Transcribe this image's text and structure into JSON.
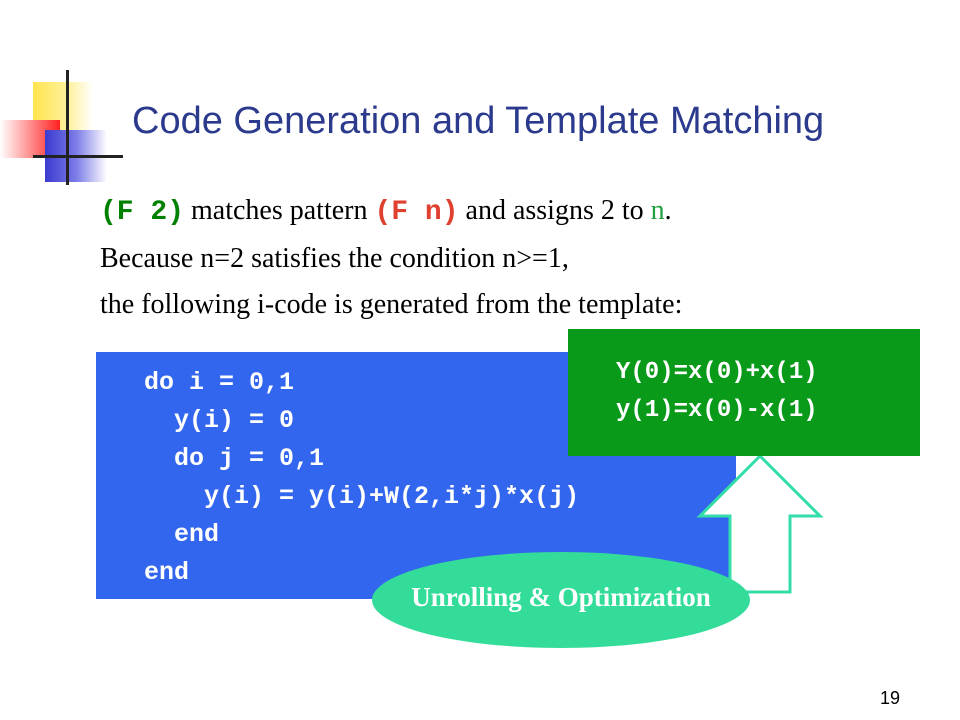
{
  "slide": {
    "title": "Code Generation and Template Matching",
    "line1": {
      "expr": "(F 2)",
      "t1": " matches pattern ",
      "pattern": "(F n)",
      "t2": " and assigns 2 to ",
      "var": "n",
      "t3": "."
    },
    "line2": "Because n=2 satisfies the condition n>=1,",
    "line3": "the following i-code is generated from the template:",
    "code": [
      "do i = 0,1",
      "  y(i) = 0",
      "  do j = 0,1",
      "    y(i) = y(i)+W(2,i*j)*x(j)",
      "  end",
      "end"
    ],
    "result": [
      "Y(0)=x(0)+x(1)",
      "y(1)=x(0)-x(1)"
    ],
    "ellipse_label": "Unrolling & Optimization",
    "page_number": "19"
  },
  "colors": {
    "title": "#2b3a8c",
    "code_bg": "#3366ee",
    "result_bg": "#0a9a1a",
    "ellipse": "#33dd99",
    "arrow_stroke": "#33ddaa"
  }
}
